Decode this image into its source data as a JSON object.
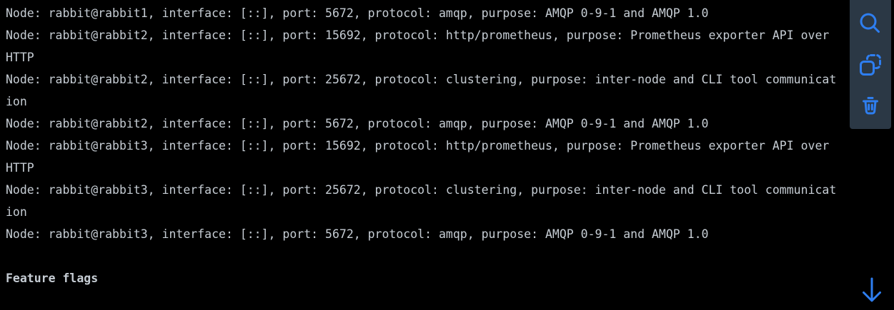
{
  "colors": {
    "background": "#000000",
    "text": "#c6cdd4",
    "toolbar_bg": "#2b3845",
    "accent": "#2e7ef0"
  },
  "terminal": {
    "lines": [
      {
        "text": "Node: rabbit@rabbit1, interface: [::], port: 5672, protocol: amqp, purpose: AMQP 0-9-1 and AMQP 1.0",
        "bold": false
      },
      {
        "text": "Node: rabbit@rabbit2, interface: [::], port: 15692, protocol: http/prometheus, purpose: Prometheus exporter API over",
        "bold": false
      },
      {
        "text": "HTTP",
        "bold": false
      },
      {
        "text": "Node: rabbit@rabbit2, interface: [::], port: 25672, protocol: clustering, purpose: inter-node and CLI tool communicat",
        "bold": false
      },
      {
        "text": "ion",
        "bold": false
      },
      {
        "text": "Node: rabbit@rabbit2, interface: [::], port: 5672, protocol: amqp, purpose: AMQP 0-9-1 and AMQP 1.0",
        "bold": false
      },
      {
        "text": "Node: rabbit@rabbit3, interface: [::], port: 15692, protocol: http/prometheus, purpose: Prometheus exporter API over",
        "bold": false
      },
      {
        "text": "HTTP",
        "bold": false
      },
      {
        "text": "Node: rabbit@rabbit3, interface: [::], port: 25672, protocol: clustering, purpose: inter-node and CLI tool communicat",
        "bold": false
      },
      {
        "text": "ion",
        "bold": false
      },
      {
        "text": "Node: rabbit@rabbit3, interface: [::], port: 5672, protocol: amqp, purpose: AMQP 0-9-1 and AMQP 1.0",
        "bold": false
      },
      {
        "text": "",
        "bold": false
      },
      {
        "text": "Feature flags",
        "bold": true
      }
    ]
  },
  "toolbar": {
    "buttons": [
      {
        "name": "search",
        "icon": "search-icon"
      },
      {
        "name": "copy",
        "icon": "copy-icon"
      },
      {
        "name": "delete",
        "icon": "trash-icon"
      }
    ]
  },
  "scroll": {
    "icon": "arrow-down-icon"
  }
}
